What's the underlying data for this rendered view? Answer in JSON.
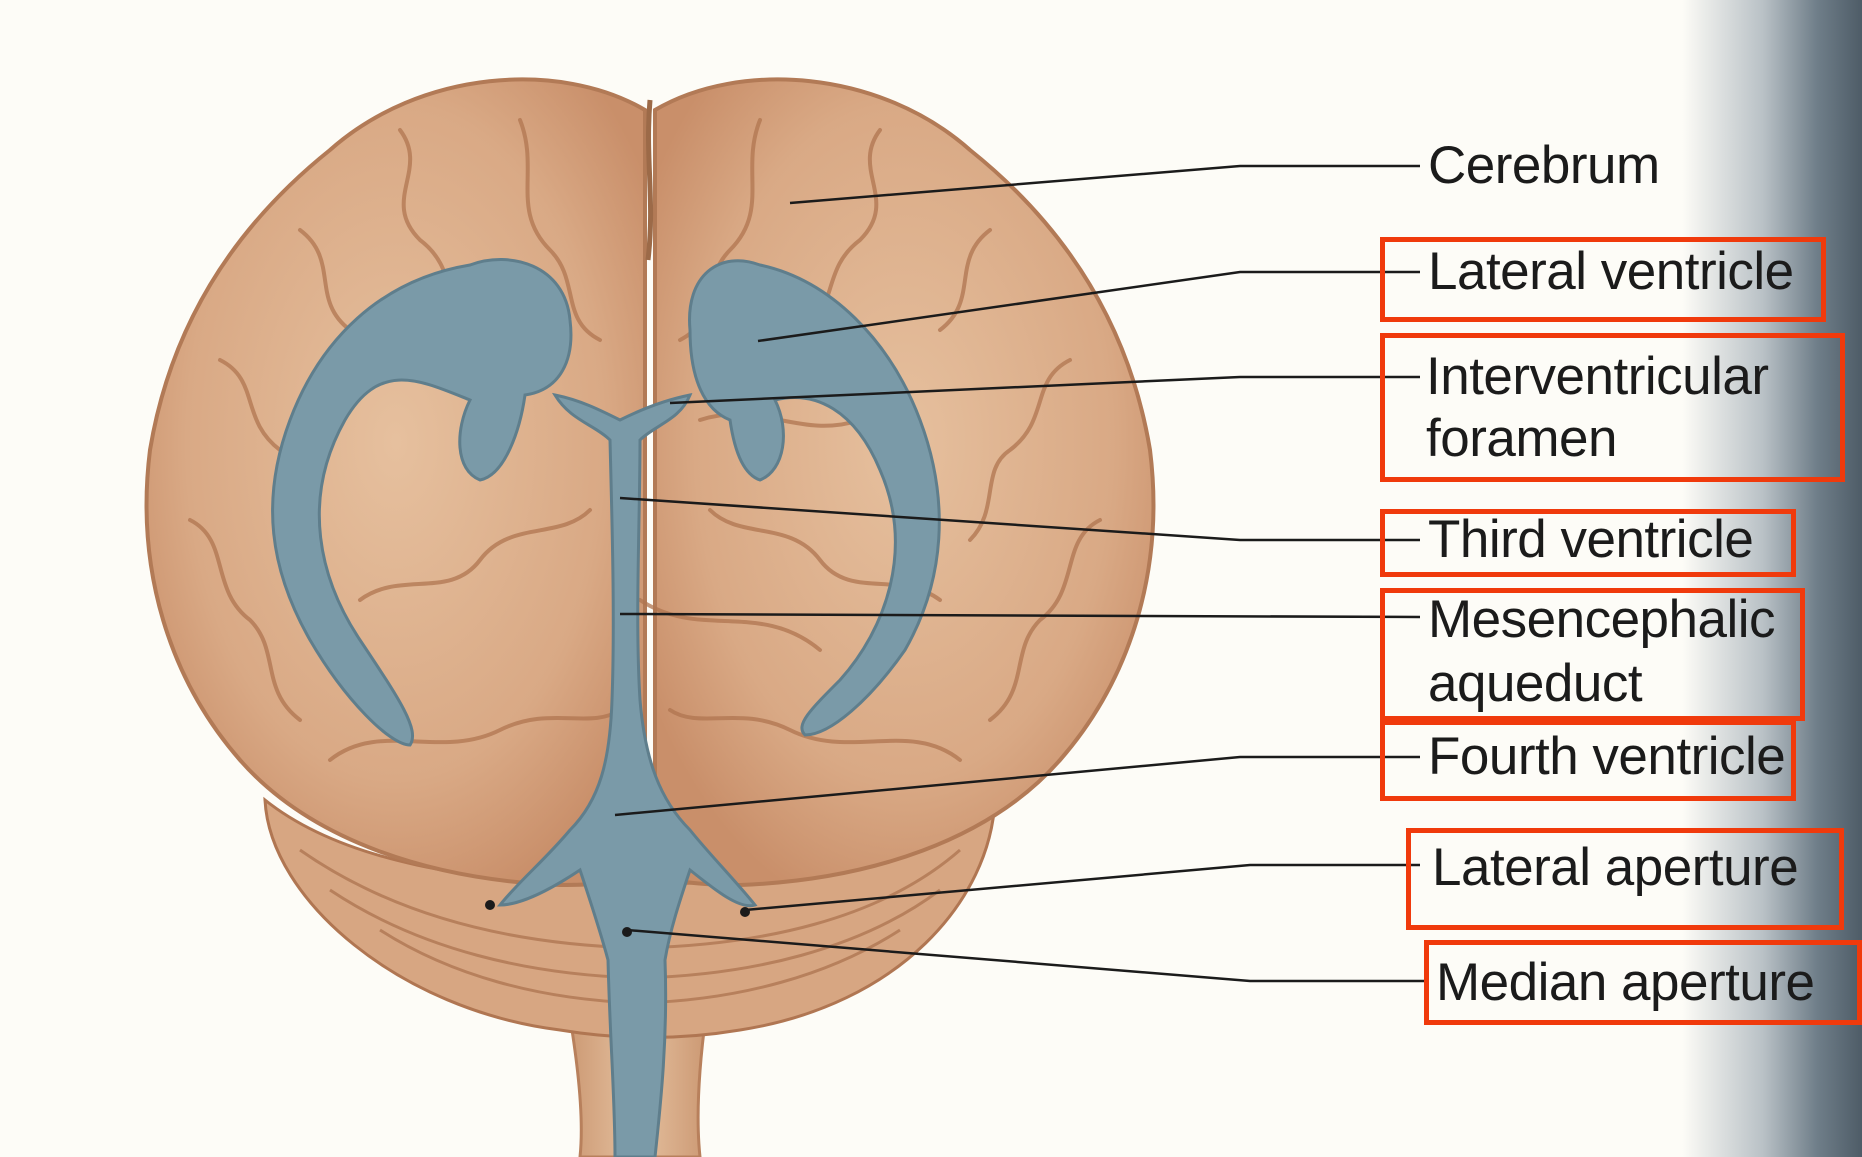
{
  "labels": {
    "cerebrum": "Cerebrum",
    "lateral_ventricle": "Lateral ventricle",
    "interventricular_line1": "Interventricular",
    "interventricular_line2": "foramen",
    "third_ventricle": "Third ventricle",
    "mesencephalic_line1": "Mesencephalic",
    "mesencephalic_line2": "aqueduct",
    "fourth_ventricle": "Fourth ventricle",
    "lateral_aperture": "Lateral aperture",
    "median_aperture": "Median aperture"
  },
  "colors": {
    "highlight_box": "#f03a0c",
    "brain_tissue": "#dcb08c",
    "ventricles": "#7a9aa8",
    "leader_lines": "#1b1b1b"
  },
  "highlighted_labels": [
    "lateral_ventricle",
    "interventricular_foramen",
    "third_ventricle",
    "mesencephalic_aqueduct",
    "fourth_ventricle",
    "lateral_aperture",
    "median_aperture"
  ]
}
